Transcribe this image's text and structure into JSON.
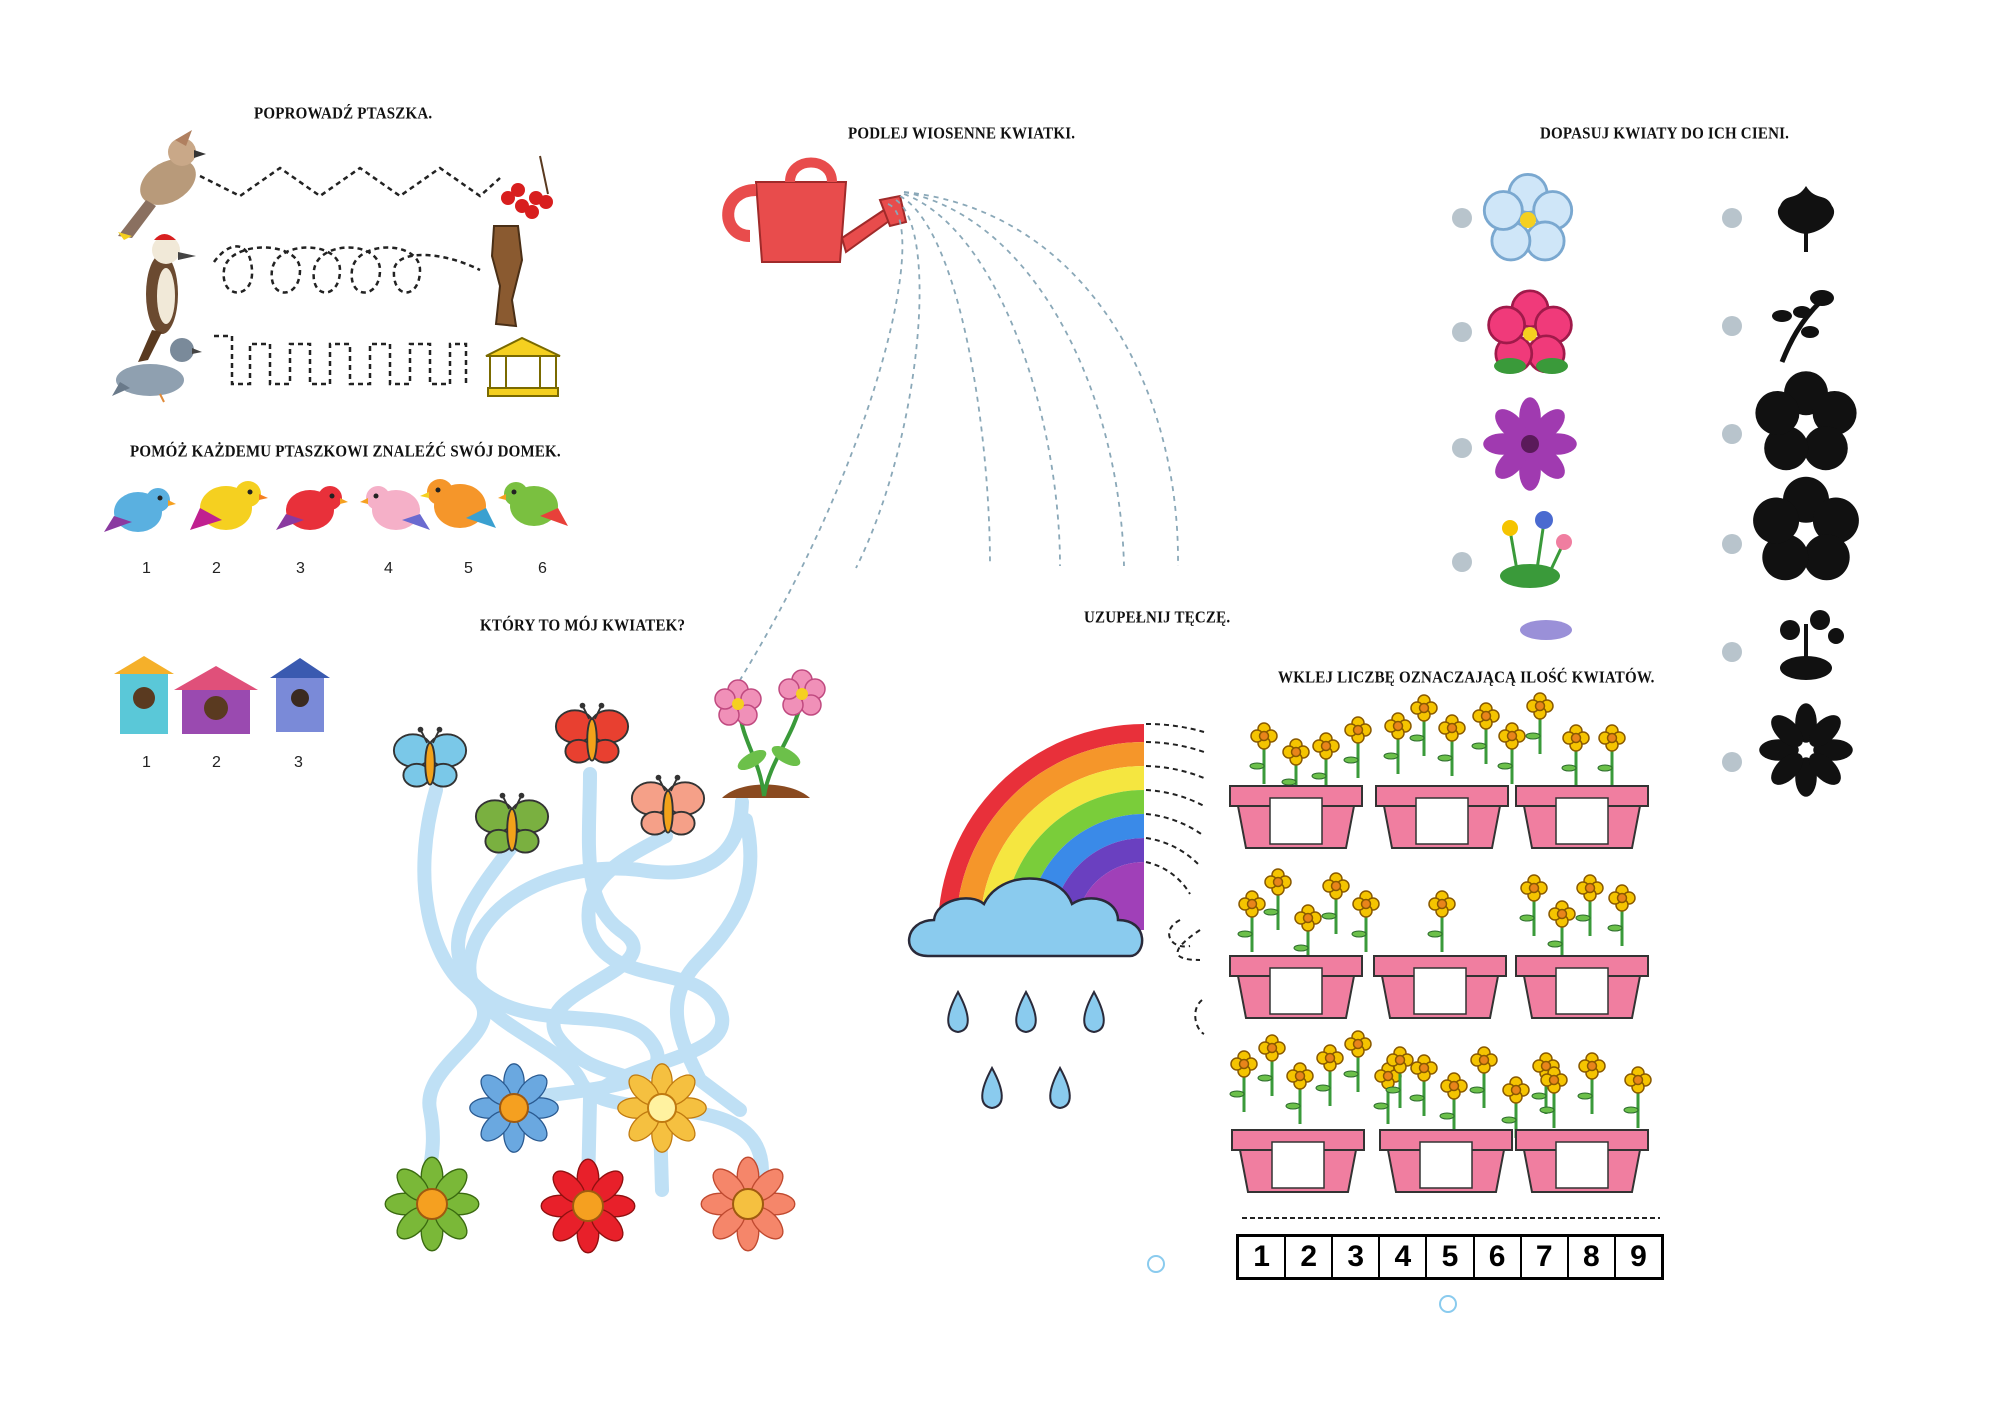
{
  "titles": {
    "bird_trace": "POPROWADŹ PTASZKA.",
    "bird_house": "POMÓŻ KAŻDEMU PTASZKOWI  ZNALEŹĆ SWÓJ DOMEK.",
    "watering": "PODLEJ WIOSENNE KWIATKI.",
    "shadows": "DOPASUJ KWIATY DO ICH CIENI.",
    "my_flower": "KTÓRY TO MÓJ KWIATEK?",
    "rainbow": "UZUPEŁNIJ TĘCZĘ.",
    "count": "WKLEJ  LICZBĘ OZNACZAJĄCĄ ILOŚĆ KWIATÓW."
  },
  "bird_numbers": [
    "1",
    "2",
    "3",
    "4",
    "5",
    "6"
  ],
  "house_numbers": [
    "1",
    "2",
    "3"
  ],
  "number_strip": [
    "1",
    "2",
    "3",
    "4",
    "5",
    "6",
    "7",
    "8",
    "9"
  ],
  "colors": {
    "watering_can": "#e84c4c",
    "maze_path": "#bfe0f5",
    "pot": "#f07ea0",
    "shadow": "#111111",
    "dot": "#b8c4cc"
  },
  "icons": [
    "bird-icon",
    "rowan-berries-icon",
    "woodpecker-icon",
    "bark-icon",
    "pigeon-icon",
    "gazebo-icon",
    "birdhouse-icon",
    "watering-can-icon",
    "butterfly-icon",
    "flower-icon",
    "rainbow-icon",
    "cloud-icon",
    "raindrop-icon",
    "flower-pot-icon",
    "flower-shadow-icon"
  ]
}
